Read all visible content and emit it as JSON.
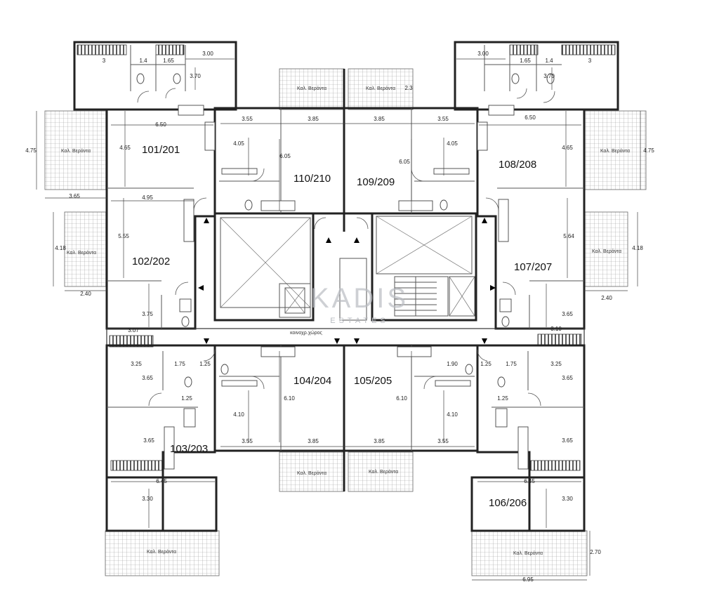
{
  "apartments": [
    {
      "id": "a101",
      "label": "101/201"
    },
    {
      "id": "a102",
      "label": "102/202"
    },
    {
      "id": "a103",
      "label": "103/203"
    },
    {
      "id": "a104",
      "label": "104/204"
    },
    {
      "id": "a105",
      "label": "105/205"
    },
    {
      "id": "a106",
      "label": "106/206"
    },
    {
      "id": "a107",
      "label": "107/207"
    },
    {
      "id": "a108",
      "label": "108/208"
    },
    {
      "id": "a109",
      "label": "109/209"
    },
    {
      "id": "a110",
      "label": "110/210"
    }
  ],
  "common_area_label": "κοινοχρ.χώρος",
  "veranda_label": "Καλ. Βεράντα",
  "dimensions": [
    "3.00",
    "1.65",
    "1.4",
    "3",
    "3.70",
    "6.50",
    "4.65",
    "4.75",
    "3.65",
    "4.95",
    "5.55",
    "4.18",
    "2.40",
    "3.75",
    "3.07",
    "3.55",
    "3.85",
    "4.05",
    "6.05",
    "5.64",
    "3.10",
    "3.25",
    "1.75",
    "1.25",
    "1.90",
    "3.65",
    "4.10",
    "6.10",
    "6.45",
    "3.30",
    "2.70",
    "6.95",
    "2.3"
  ],
  "watermark": {
    "brand": "KADIS",
    "sub": "ESTATES"
  }
}
